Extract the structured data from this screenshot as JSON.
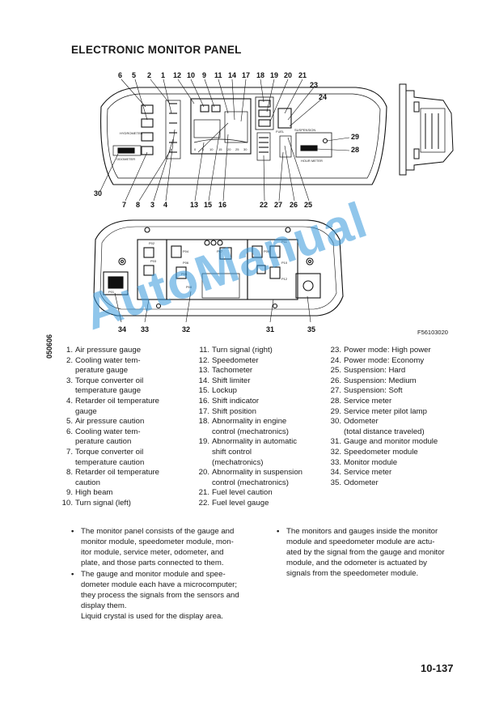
{
  "header": {
    "title": "ELECTRONIC MONITOR PANEL"
  },
  "side_code": "050606",
  "figure": {
    "code": "F56103020",
    "callouts": {
      "6": "6",
      "5": "5",
      "2": "2",
      "1": "1",
      "12": "12",
      "10": "10",
      "9": "9",
      "11": "11",
      "14": "14",
      "17": "17",
      "18": "18",
      "19": "19",
      "20": "20",
      "21": "21",
      "23": "23",
      "24": "24",
      "29": "29",
      "28": "28",
      "30": "30",
      "7": "7",
      "8": "8",
      "3": "3",
      "4": "4",
      "13": "13",
      "15": "15",
      "16": "16",
      "22": "22",
      "27": "27",
      "26": "26",
      "25": "25",
      "34": "34",
      "33": "33",
      "32": "32",
      "31": "31",
      "35": "35"
    },
    "panel_labels": {
      "hydrometer": "HYDROMETER",
      "odometer": "ODOMETER",
      "fuel": "FUEL",
      "hour_meter": "HOUR METER",
      "suspension": "SUSPENSION"
    },
    "connectors": [
      "P02",
      "P03",
      "P04",
      "P05",
      "P06",
      "P07",
      "P08",
      "P09",
      "P10",
      "P11",
      "P12",
      "P01"
    ],
    "tacho_scale": [
      "0",
      "5",
      "10",
      "15",
      "20",
      "25",
      "30"
    ]
  },
  "legend": {
    "col1": [
      {
        "n": "1.",
        "t": "Air pressure gauge"
      },
      {
        "n": "2.",
        "t": "Cooling water tem-\nperature gauge"
      },
      {
        "n": "3.",
        "t": "Torque converter oil\ntemperature gauge"
      },
      {
        "n": "4.",
        "t": "Retarder oil temperature\ngauge"
      },
      {
        "n": "5.",
        "t": "Air pressure caution"
      },
      {
        "n": "6.",
        "t": "Cooling water tem-\nperature caution"
      },
      {
        "n": "7.",
        "t": "Torque converter oil\ntemperature caution"
      },
      {
        "n": "8.",
        "t": "Retarder oil temperature\ncaution"
      },
      {
        "n": "9.",
        "t": "High beam"
      },
      {
        "n": "10.",
        "t": "Turn signal (left)"
      }
    ],
    "col2": [
      {
        "n": "11.",
        "t": "Turn signal (right)"
      },
      {
        "n": "12.",
        "t": "Speedometer"
      },
      {
        "n": "13.",
        "t": "Tachometer"
      },
      {
        "n": "14.",
        "t": "Shift limiter"
      },
      {
        "n": "15.",
        "t": "Lockup"
      },
      {
        "n": "16.",
        "t": "Shift indicator"
      },
      {
        "n": "17.",
        "t": "Shift position"
      },
      {
        "n": "18.",
        "t": "Abnormality in engine\ncontrol (mechatronics)"
      },
      {
        "n": "19.",
        "t": "Abnormality in automatic\nshift control\n(mechatronics)"
      },
      {
        "n": "20.",
        "t": "Abnormality in suspension\ncontrol (mechatronics)"
      },
      {
        "n": "21.",
        "t": "Fuel level caution"
      },
      {
        "n": "22.",
        "t": "Fuel level gauge"
      }
    ],
    "col3": [
      {
        "n": "23.",
        "t": "Power mode: High power"
      },
      {
        "n": "24.",
        "t": "Power mode: Economy"
      },
      {
        "n": "25.",
        "t": "Suspension: Hard"
      },
      {
        "n": "26.",
        "t": "Suspension: Medium"
      },
      {
        "n": "27.",
        "t": "Suspension: Soft"
      },
      {
        "n": "28.",
        "t": "Service meter"
      },
      {
        "n": "29.",
        "t": "Service meter pilot lamp"
      },
      {
        "n": "30.",
        "t": "Odometer\n(total distance traveled)"
      },
      {
        "n": "31.",
        "t": "Gauge and monitor module"
      },
      {
        "n": "32.",
        "t": "Speedometer module"
      },
      {
        "n": "33.",
        "t": "Monitor module"
      },
      {
        "n": "34.",
        "t": "Service meter"
      },
      {
        "n": "35.",
        "t": "Odometer"
      }
    ]
  },
  "notes": {
    "left": [
      {
        "text": "The monitor panel consists of the gauge and\nmonitor module, speedometer module, mon-\nitor module, service meter, odometer, and\nplate, and those parts connected to them."
      },
      {
        "text": "The gauge and monitor module and spee-\ndometer module each have a microcomputer;\nthey process the signals from the sensors and\ndisplay them.",
        "extra": "Liquid crystal is used for the display area."
      }
    ],
    "right": [
      {
        "text": "The monitors and gauges inside the monitor\nmodule and speedometer module are actu-\nated by the signal from the gauge and monitor\nmodule, and the odometer is actuated by\nsignals from the speedometer module."
      }
    ]
  },
  "page_number": "10-137",
  "watermark": "AutoManual"
}
